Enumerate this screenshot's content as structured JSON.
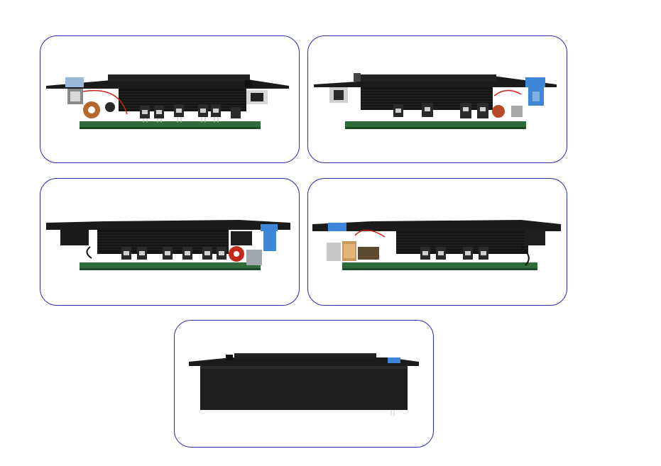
{
  "gallery": {
    "border_color": "#2b2bb0",
    "background": "#ffffff",
    "images": [
      {
        "view": "side-view-left-connector",
        "icon": "amplifier-board-image"
      },
      {
        "view": "side-view-right-connector",
        "icon": "amplifier-board-image"
      },
      {
        "view": "side-view-red-toroid",
        "icon": "amplifier-board-image"
      },
      {
        "view": "side-view-transformer",
        "icon": "amplifier-board-image"
      },
      {
        "view": "rear-view-enclosed",
        "icon": "amplifier-board-image"
      }
    ]
  },
  "colors": {
    "heatsink": "#1b1b1b",
    "pcb": "#2f6a3a",
    "connector_blue": "#3e86d8",
    "copper": "#b8682e",
    "toroid_red": "#c42a1a",
    "wire_red": "#d0201a"
  }
}
